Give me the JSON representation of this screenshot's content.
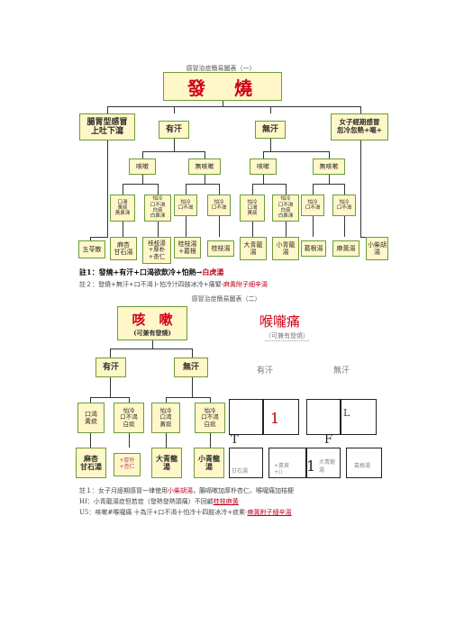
{
  "chart1": {
    "title": "感冒治症簡易圖表（一）",
    "root": "發　燒",
    "level1": [
      "腸胃型感冒\n上吐下瀉",
      "有汗",
      "無汗",
      "女子經期感冒\n忽冷忽熱+嘔+"
    ],
    "level2": [
      "咳嗽",
      "無咳嗽",
      "咳嗽",
      "無咳嗽"
    ],
    "level3": [
      "口渴\n黃痰\n黃鼻涕",
      "怕冷\n口不渴\n白痰\n白鼻涕",
      "怕冷\n口不渴",
      "怕冷\n口不渴",
      "怕冷\n口渴\n黃痰",
      "怕冷\n口不渴\n白痰\n白鼻涕",
      "怕冷\n口不渴",
      "怕冷\n口不渴"
    ],
    "leaves": [
      "五苓散",
      "麻杏\n甘石湯",
      "桂枝湯\n+厚朴\n+杏仁",
      "桂枝湯\n+葛根",
      "桂枝湯",
      "大青龍\n湯",
      "小青龍\n湯",
      "葛根湯",
      "麻黃湯",
      "小柴胡\n湯"
    ]
  },
  "notes1": {
    "n1_prefix": "註1：發燒+有汗+口渴欲飲冷+怕熱→",
    "n1_link": "白虎湯",
    "n2": "註２：發燒+無汗+口不渴卜怕冷汁四肢冰冷+痛緊-",
    "n2_link": "麻黃附子細辛湯"
  },
  "chart2": {
    "title": "感冒治症簡易圖表（二）",
    "root_main": "咳　嗽",
    "root_sub": "(可兼有發燒)",
    "level1": [
      "有汗",
      "無汗"
    ],
    "level2": [
      "口渴\n黃痰",
      "怕冷\n口不渴\n白痰",
      "怕冷\n口渴\n黃痰",
      "怕冷\n口不渴\n白痰"
    ],
    "leaves": [
      "麻杏\n甘石湯",
      "+厚朴\n+杏仁",
      "大青龍\n湯",
      "小青龍\n湯"
    ]
  },
  "chart3": {
    "title": "喉嚨痛",
    "subtitle": "（可兼有發燒）",
    "level1": [
      "有汗",
      "無汗"
    ],
    "marks": [
      "1",
      "L",
      "T",
      "F",
      "1"
    ],
    "cells": [
      "甘石湯",
      "+黃苠\n+()",
      "大青龍\n湯",
      "葛根湯"
    ]
  },
  "notes2": {
    "n1": "註１：女子月經期感冒一律使用",
    "n1_link": "小柴胡湯",
    "n1_rest": "，腸嗝嗽加厚朴杏仁、喉嚨痛加桔梗",
    "n2": "Hf：小青龍湯症但若症（發熱發熱頭痛）不回顧",
    "n2_link": "桂枝麻黃",
    "n3": "U5：咳嗽#喉嚨痛 十為汗+口不渴十怕冷十四肢冰冷+痰累-",
    "n3_link": "麻黃附子細辛湯"
  }
}
